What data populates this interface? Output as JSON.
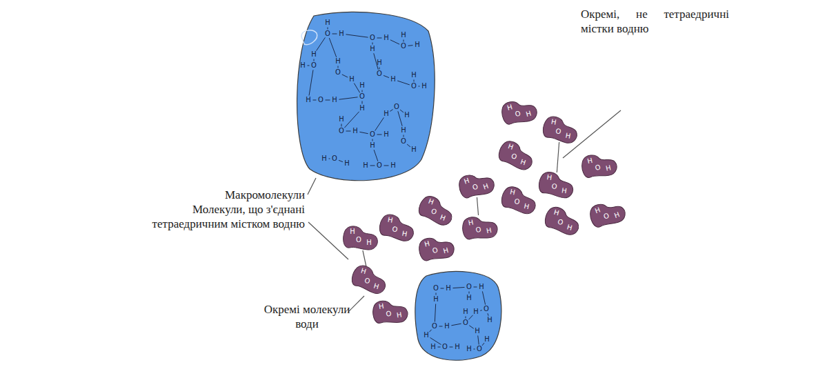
{
  "diagram": {
    "nodes": [
      {
        "text": [
          "H",
          "O",
          "H",
          "H",
          "O",
          "H",
          "H",
          "O",
          "H",
          "H",
          "O",
          "H",
          "H",
          "O",
          "H",
          "H",
          "O",
          "H",
          "H",
          "O",
          "H",
          "H",
          "O",
          "H",
          "H",
          "O",
          "H",
          "H",
          "O",
          "H",
          "H",
          "O",
          "H",
          "H",
          "O",
          "H",
          "H",
          "O",
          "H",
          "H",
          "O",
          "H",
          "H",
          "O",
          "H"
        ]
      },
      {
        "text": [
          "H",
          "O",
          "H",
          "H",
          "O",
          "H",
          "H",
          "O",
          "H",
          "H",
          "O",
          "H",
          "H",
          "O",
          "H",
          "H",
          "O",
          "H",
          "H",
          "O",
          "H"
        ]
      },
      {
        "text": [
          "H",
          "O",
          "H"
        ]
      },
      {
        "text": [
          "H",
          "O",
          "H"
        ]
      },
      {
        "text": [
          "H",
          "O",
          "H"
        ]
      },
      {
        "text": [
          "H",
          "O",
          "H"
        ]
      },
      {
        "text": [
          "H",
          "O",
          "H"
        ]
      },
      {
        "text": [
          "H",
          "O",
          "H"
        ]
      },
      {
        "text": [
          "H",
          "O",
          "H"
        ]
      },
      {
        "text": [
          "H",
          "O",
          "H"
        ]
      },
      {
        "text": [
          "H",
          "O",
          "H"
        ]
      },
      {
        "text": [
          "H",
          "O",
          "H"
        ]
      },
      {
        "text": [
          "H",
          "O",
          "H"
        ]
      },
      {
        "text": [
          "H",
          "O",
          "H"
        ]
      },
      {
        "text": [
          "H",
          "O",
          "H"
        ]
      },
      {
        "text": [
          "H",
          "O",
          "H"
        ]
      },
      {
        "text": [
          "H",
          "O",
          "H"
        ]
      },
      {
        "text": [
          "H",
          "O",
          "H"
        ]
      }
    ],
    "edges": [
      {
        "from": 3,
        "to": 6,
        "arrow": "none"
      },
      {
        "from": 7,
        "to": 10,
        "arrow": "none"
      },
      {
        "from": 14,
        "to": 16,
        "arrow": "none"
      }
    ],
    "labels": [
      "Окремі, не тетраедричні містки водню",
      "Макромолекули",
      "Молекули, що з'єднані тетраедричним містком водню",
      "Окремі молекули води"
    ]
  }
}
